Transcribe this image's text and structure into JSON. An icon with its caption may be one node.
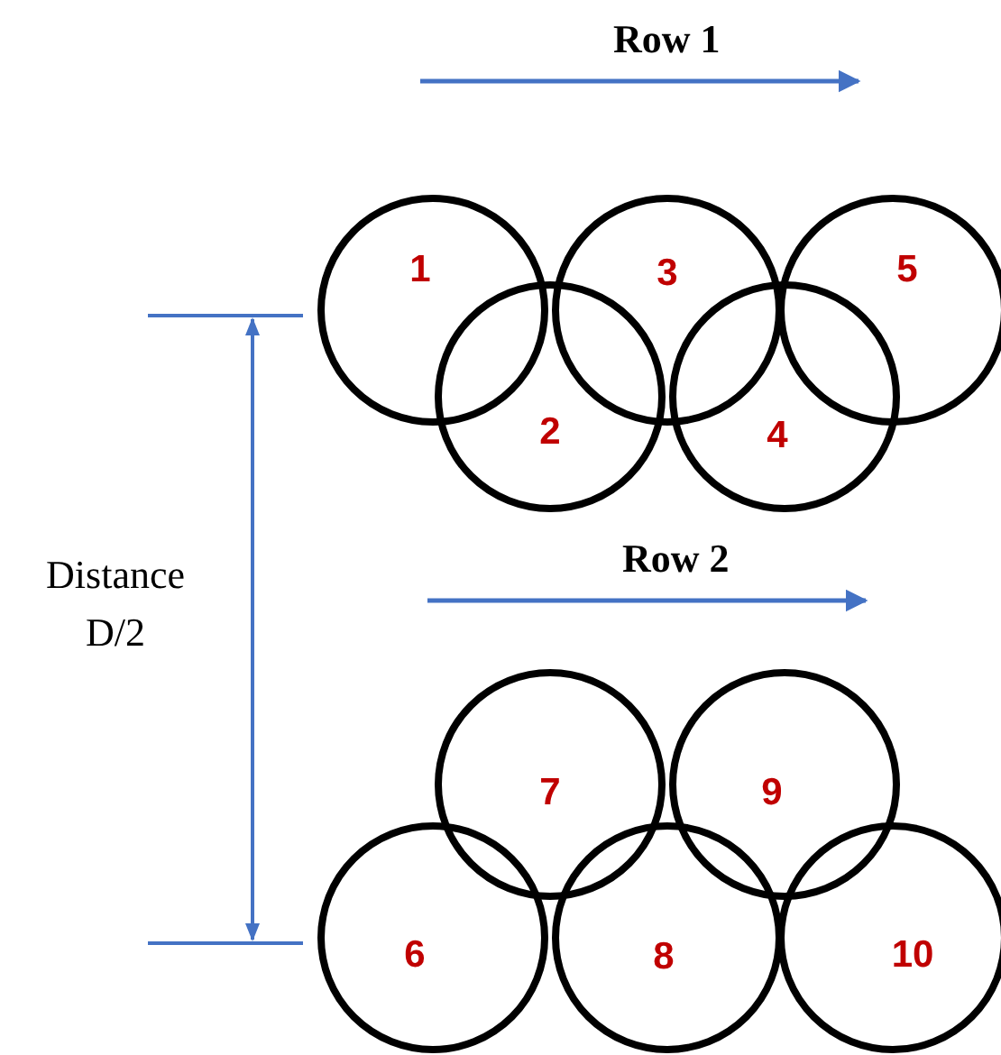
{
  "diagram": {
    "nodes": [
      {
        "text": [
          "1"
        ]
      },
      {
        "text": [
          "2"
        ]
      },
      {
        "text": [
          "3"
        ]
      },
      {
        "text": [
          "4"
        ]
      },
      {
        "text": [
          "5"
        ]
      },
      {
        "text": [
          "6"
        ]
      },
      {
        "text": [
          "7"
        ]
      },
      {
        "text": [
          "8"
        ]
      },
      {
        "text": [
          "9"
        ]
      },
      {
        "text": [
          "10"
        ]
      }
    ],
    "labels": [
      "Row 1",
      "Row 2",
      "Distance D/2"
    ]
  }
}
